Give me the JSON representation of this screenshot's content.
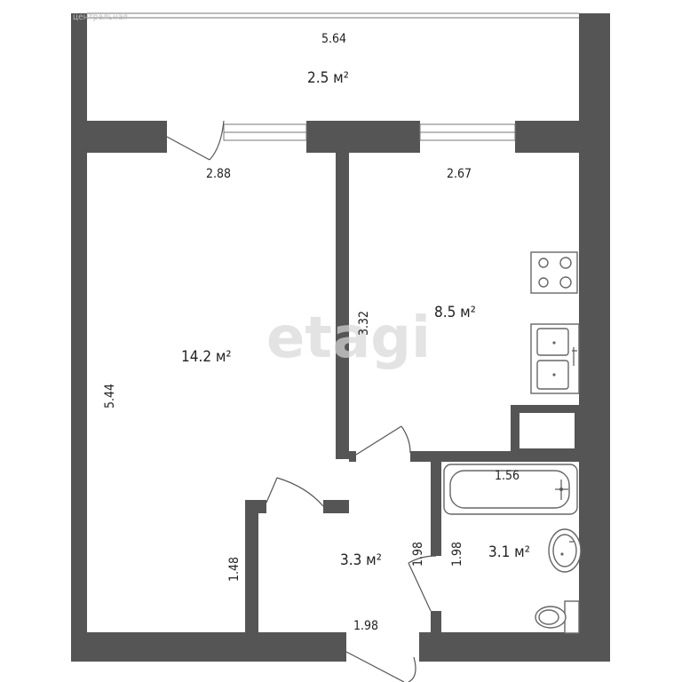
{
  "watermark": "etagi",
  "corner_text": "центральная",
  "balcony": {
    "width": "5.64",
    "area": "2.5 м²"
  },
  "living_room": {
    "area": "14.2 м²",
    "length": "5.44",
    "top_width": "2.88"
  },
  "kitchen": {
    "area": "8.5 м²",
    "top_width": "2.67",
    "height": "3.32"
  },
  "hallway": {
    "area": "3.3 м²",
    "depth": "1.48",
    "bottom_width": "1.98",
    "side": "1.98"
  },
  "bathroom": {
    "area": "3.1 м²",
    "width": "1.56",
    "height": "1.98"
  }
}
